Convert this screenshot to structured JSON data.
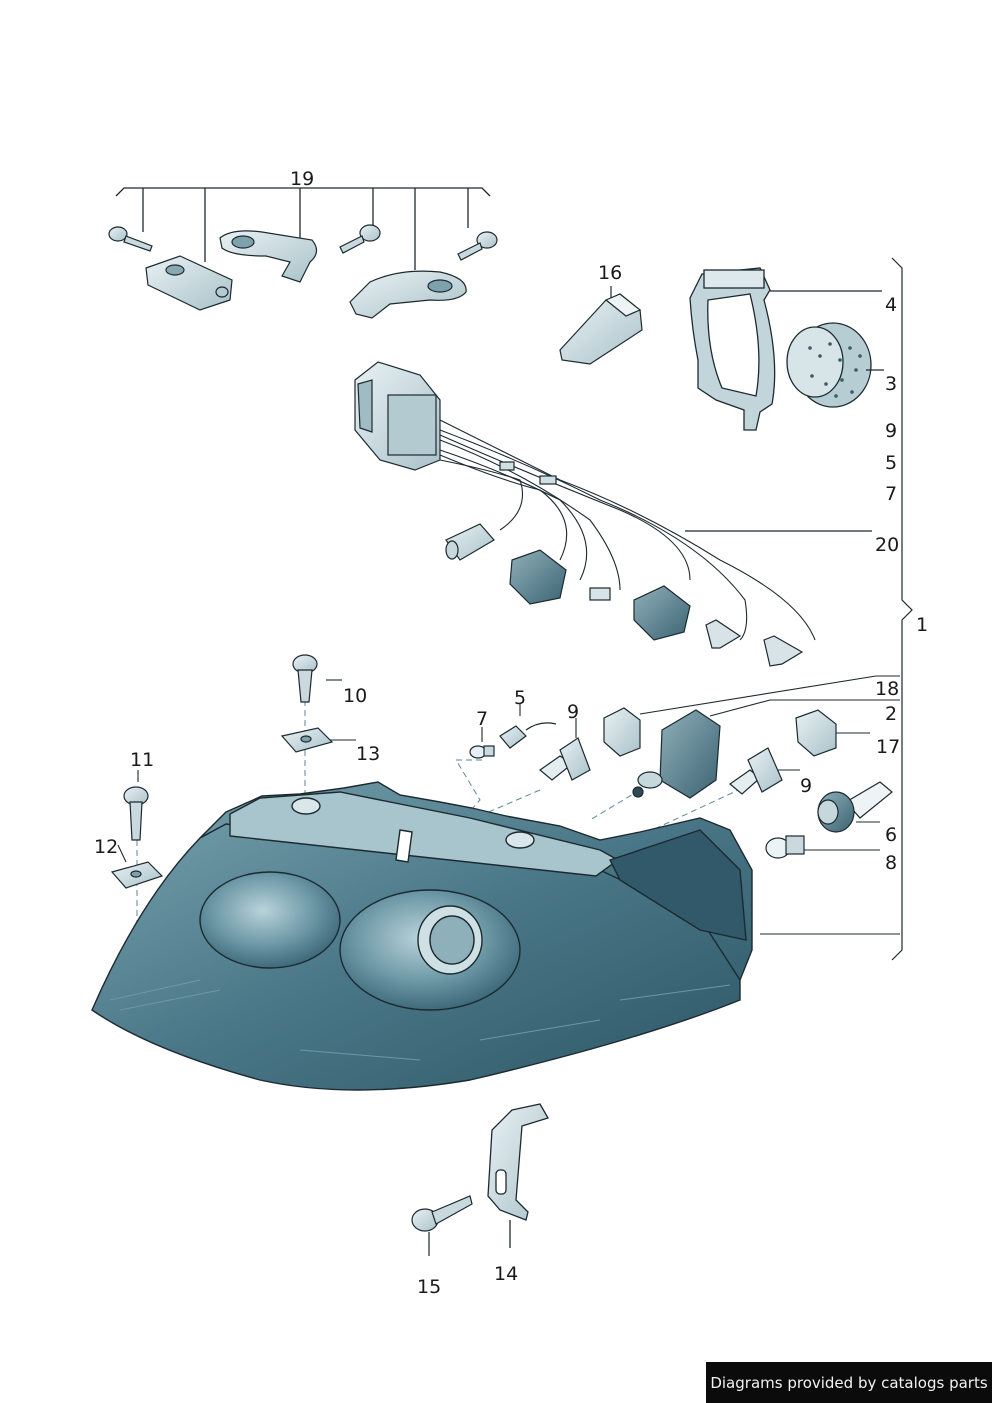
{
  "callouts": {
    "c1": "1",
    "c2": "2",
    "c3": "3",
    "c4": "4",
    "c5a": "5",
    "c5b": "5",
    "c6": "6",
    "c7a": "7",
    "c7b": "7",
    "c8": "8",
    "c9a": "9",
    "c9b": "9",
    "c9c": "9",
    "c10": "10",
    "c11": "11",
    "c12": "12",
    "c13": "13",
    "c14": "14",
    "c15": "15",
    "c16": "16",
    "c17": "17",
    "c18": "18",
    "c19": "19",
    "c20": "20"
  },
  "footer": {
    "text": "Diagrams provided by catalogs parts"
  },
  "colors": {
    "lens_dark": "#2f5a6a",
    "lens_mid": "#5f8d9c",
    "lens_light": "#a9c8d1",
    "part_fill": "#d9e6ea",
    "outline": "#1c2a30"
  }
}
